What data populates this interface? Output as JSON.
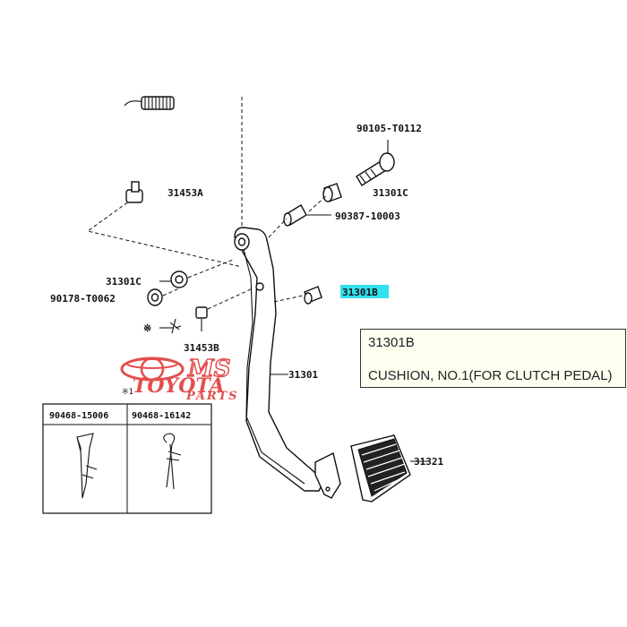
{
  "labels": {
    "p1": "90105-T0112",
    "p2": "31301C",
    "p3": "90387-10003",
    "p4": "31453A",
    "p5": "31301C",
    "p6": "90178-T0062",
    "p7": "31301B",
    "p8": "31453B",
    "p9": "31301",
    "p10": "31321",
    "star": "※",
    "note": "※1"
  },
  "inset": {
    "col1": "90468-15006",
    "col2": "90468-16142"
  },
  "tooltip": {
    "code": "31301B",
    "description": "CUSHION, NO.1(FOR CLUTCH PEDAL)"
  },
  "watermark": {
    "line1": "MS",
    "line2": "TOYOTA",
    "line3": "PARTS",
    "color": "#e03030"
  },
  "highlight_color": "#33e0f0"
}
